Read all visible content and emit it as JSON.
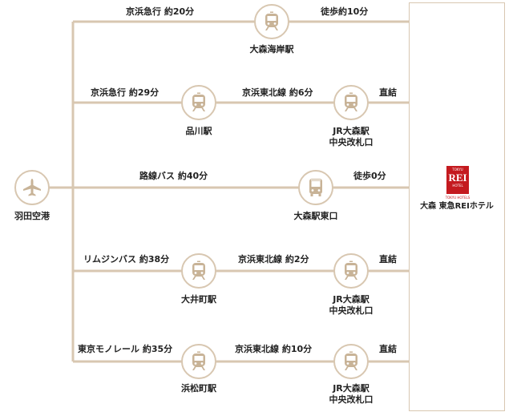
{
  "colors": {
    "line": "#d8c7b1",
    "icon": "#c8b397",
    "brand_red": "#c41a1f",
    "text": "#222222"
  },
  "origin": {
    "name": "羽田空港",
    "icon": "airplane-icon"
  },
  "hotel": {
    "name": "大森 東急REIホテル",
    "logo": {
      "top": "TOKYU",
      "main": "REI",
      "bottom": "HOTEL",
      "brand": "TOKYU HOTELS"
    }
  },
  "routes": [
    {
      "first": "京浜急行 約20分",
      "station1": "大森海岸駅",
      "last": "徒歩約10分"
    },
    {
      "first": "京浜急行 約29分",
      "station1": "品川駅",
      "second": "京浜東北線 約6分",
      "station2": "JR大森駅\n中央改札口",
      "last": "直結"
    },
    {
      "first": "路線バス 約40分",
      "station1": "大森駅東口",
      "last": "徒歩0分"
    },
    {
      "first": "リムジンバス 約38分",
      "station1": "大井町駅",
      "second": "京浜東北線 約2分",
      "station2": "JR大森駅\n中央改札口",
      "last": "直結"
    },
    {
      "first": "東京モノレール 約35分",
      "station1": "浜松町駅",
      "second": "京浜東北線 約10分",
      "station2": "JR大森駅\n中央改札口",
      "last": "直結"
    }
  ]
}
